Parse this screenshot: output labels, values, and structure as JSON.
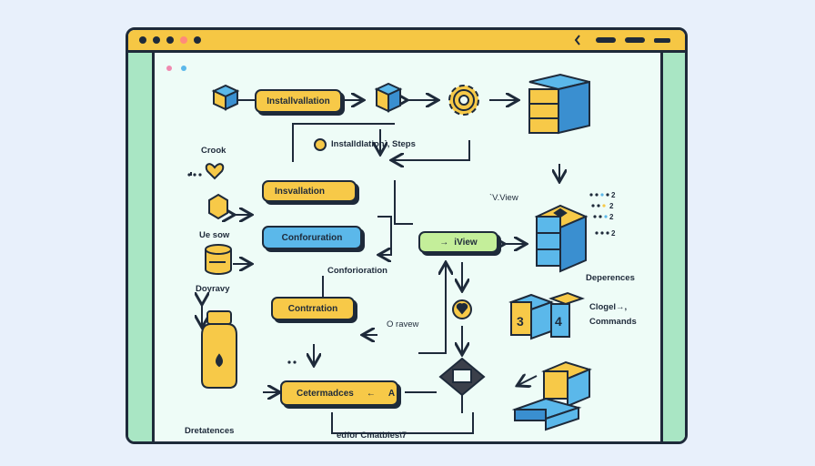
{
  "window": {
    "title_dots": 5,
    "colors": {
      "titlebar": "#f6c744",
      "sidebar": "#a9e6c4",
      "canvas": "#eefcf7",
      "yellow": "#f7c948",
      "blue": "#5bb8ea",
      "outline": "#1e2a3a"
    }
  },
  "nodes": {
    "installation_top": "Installvallation",
    "installation_steps": "Installdlation`, Steps",
    "installation_mid": "Insvallation",
    "configuration_blue": "Conforuration",
    "conforioration": "Conforioration",
    "contrration": "Contrration",
    "o_ravew": "O ravew",
    "cetermadces": "Cetermadces",
    "cetermadces_suffix": "A",
    "edfor": "edfor Cmatbles\\7",
    "vview": "`V.View",
    "iview": "iView",
    "deperences": "Deperences",
    "clogel": "Clogel→,",
    "commands": "Commands",
    "crook": "Crook",
    "ue_sow": "Ue sow",
    "doyravy": "Doyravy",
    "dretatences": "Dretatences",
    "mini_labels": [
      "2",
      "2",
      "2",
      "2"
    ]
  },
  "icons": [
    "cube-icon",
    "heart-icon",
    "hexagon-icon",
    "cylinder-icon",
    "bottle-icon",
    "gear-icon",
    "server-stack-icon",
    "database-icon",
    "boxes-icon",
    "books-icon",
    "connector-icon"
  ]
}
